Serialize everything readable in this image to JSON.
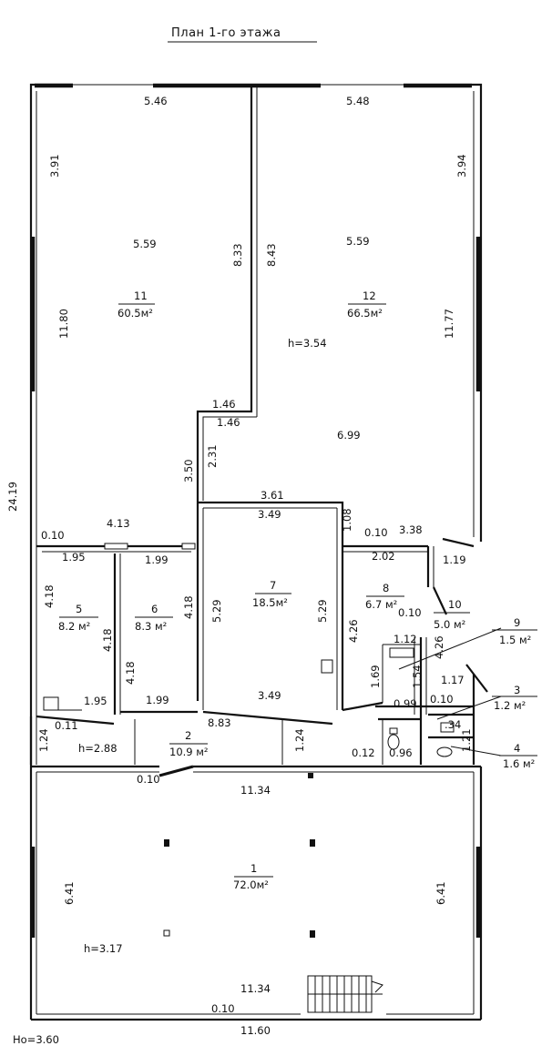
{
  "title": "План 1-го этажа",
  "footer_left": "Hо=3.60",
  "heights": {
    "h_main": "h=3.54",
    "h_corridor": "h=2.88",
    "h_hall": "h=3.17"
  },
  "rooms": [
    {
      "id": "11",
      "num": "11",
      "area": "60.5м²"
    },
    {
      "id": "12",
      "num": "12",
      "area": "66.5м²"
    },
    {
      "id": "7",
      "num": "7",
      "area": "18.5м²"
    },
    {
      "id": "5",
      "num": "5",
      "area": "8.2 м²"
    },
    {
      "id": "6",
      "num": "6",
      "area": "8.3 м²"
    },
    {
      "id": "8",
      "num": "8",
      "area": "6.7 м²"
    },
    {
      "id": "10",
      "num": "10",
      "area": "5.0 м²"
    },
    {
      "id": "9",
      "num": "9",
      "area": "1.5 м²"
    },
    {
      "id": "3",
      "num": "3",
      "area": "1.2 м²"
    },
    {
      "id": "4",
      "num": "4",
      "area": "1.6 м²"
    },
    {
      "id": "2",
      "num": "2",
      "area": "10.9 м²"
    },
    {
      "id": "1",
      "num": "1",
      "area": "72.0м²"
    }
  ],
  "dims": {
    "d546": "5.46",
    "d548": "5.48",
    "d391": "3.91",
    "d394": "3.94",
    "d559a": "5.59",
    "d559b": "5.59",
    "d833": "8.33",
    "d843": "8.43",
    "d1180": "11.80",
    "d1177": "11.77",
    "d146a": "1.46",
    "d146b": "1.46",
    "d699": "6.99",
    "d231": "2.31",
    "d350": "3.50",
    "d2419": "24.19",
    "d361": "3.61",
    "d349a": "3.49",
    "d108": "1.08",
    "d413": "4.13",
    "d010a": "0.10",
    "d010b": "0.10",
    "d338": "3.38",
    "d195a": "1.95",
    "d199a": "1.99",
    "d202": "2.02",
    "d119": "1.19",
    "d418a": "4.18",
    "d418b": "4.18",
    "d418c": "4.18",
    "d418d": "4.18",
    "d529a": "5.29",
    "d529b": "5.29",
    "d010c": "0.10",
    "d426a": "4.26",
    "d426b": "4.26",
    "d112": "1.12",
    "d169": "1.69",
    "d154": "1.54",
    "d117": "1.17",
    "d195b": "1.95",
    "d199b": "1.99",
    "d349b": "3.49",
    "d099": "0.99",
    "d010d": "0.10",
    "d011": "0.11",
    "d883": "8.83",
    "d124a": "1.24",
    "d124b": "1.24",
    "d012": "0.12",
    "d096": "0.96",
    "d034": ".34",
    "d121": "1.21",
    "d010e": "0.10",
    "d1134a": "11.34",
    "d641a": "6.41",
    "d641b": "6.41",
    "d1134b": "11.34",
    "d010f": "0.10",
    "d1160": "11.60"
  }
}
